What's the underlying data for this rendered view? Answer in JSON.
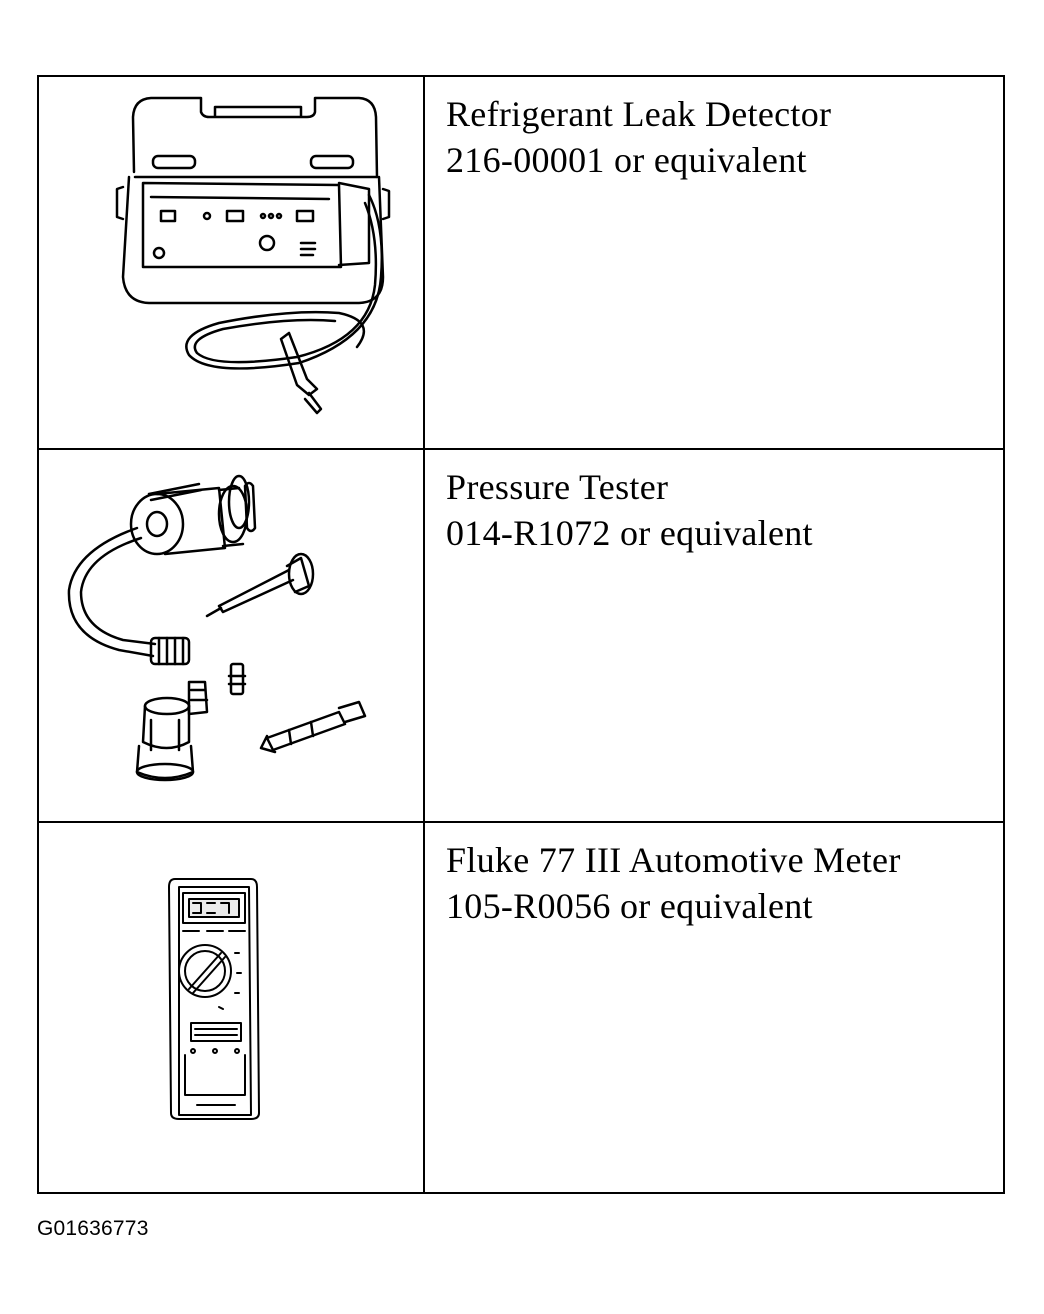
{
  "tools": [
    {
      "name": "Refrigerant Leak Detector",
      "part": "216-00001 or equivalent",
      "illustration": "refrigerant-leak-detector-drawing"
    },
    {
      "name": "Pressure Tester",
      "part": "014-R1072 or equivalent",
      "illustration": "pressure-tester-kit-drawing"
    },
    {
      "name": "Fluke 77 III Automotive Meter",
      "part": "105-R0056 or equivalent",
      "illustration": "digital-multimeter-drawing"
    }
  ],
  "figure_id": "G01636773"
}
